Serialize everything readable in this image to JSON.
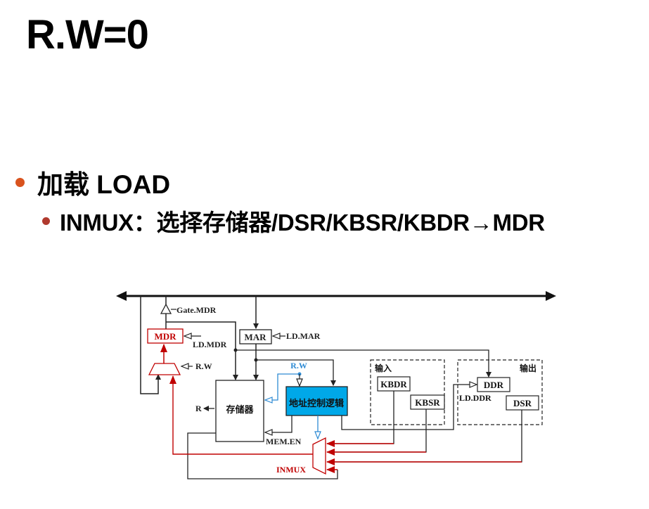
{
  "slide": {
    "title": "R.W=0",
    "bullets": [
      {
        "text": "加载 LOAD",
        "level": 1
      },
      {
        "text": "INMUX：选择存储器/DSR/KBSR/KBDR→MDR",
        "level": 2
      }
    ]
  },
  "diagram": {
    "colors": {
      "black": "#222222",
      "red": "#c00000",
      "blue": "#2e8bd4",
      "logic_fill": "#00a8e8"
    },
    "gate_mdr": "Gate.MDR",
    "mdr": "MDR",
    "ld_mdr": "LD.MDR",
    "mar": "MAR",
    "ld_mar": "LD.MAR",
    "mux_rw": "R.W",
    "logic_rw": "R.W",
    "memory": "存储器",
    "r_out": "R",
    "address_logic": "地址控制逻辑",
    "mem_en": "MEM.EN",
    "inmux": "INMUX",
    "input_group": "输入",
    "output_group": "输出",
    "kbdr": "KBDR",
    "kbsr": "KBSR",
    "ddr": "DDR",
    "ld_ddr": "LD.DDR",
    "dsr": "DSR"
  }
}
